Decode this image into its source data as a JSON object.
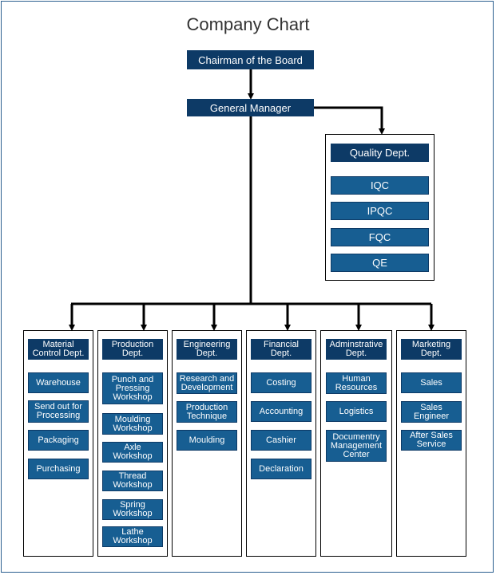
{
  "title": "Company Chart",
  "chairman": "Chairman of the Board",
  "general_manager": "General Manager",
  "quality": {
    "head": "Quality Dept.",
    "items": [
      "IQC",
      "IPQC",
      "FQC",
      "QE"
    ]
  },
  "departments": [
    {
      "head": "Material\nControl Dept.",
      "items": [
        "Warehouse",
        "Send out for\nProcessing",
        "Packaging",
        "Purchasing"
      ]
    },
    {
      "head": "Production\nDept.",
      "items": [
        "Punch and\nPressing\nWorkshop",
        "Moulding\nWorkshop",
        "Axle\nWorkshop",
        "Thread\nWorkshop",
        "Spring\nWorkshop",
        "Lathe\nWorkshop"
      ]
    },
    {
      "head": "Engineering\nDept.",
      "items": [
        "Research and\nDevelopment",
        "Production\nTechnique",
        "Moulding"
      ]
    },
    {
      "head": "Financial\nDept.",
      "items": [
        "Costing",
        "Accounting",
        "Cashier",
        "Declaration"
      ]
    },
    {
      "head": "Adminstrative\nDept.",
      "items": [
        "Human\nResources",
        "Logistics",
        "Documentry\nManagement\nCenter"
      ]
    },
    {
      "head": "Marketing\nDept.",
      "items": [
        "Sales",
        "Sales\nEngineer",
        "After Sales\nService"
      ]
    }
  ]
}
